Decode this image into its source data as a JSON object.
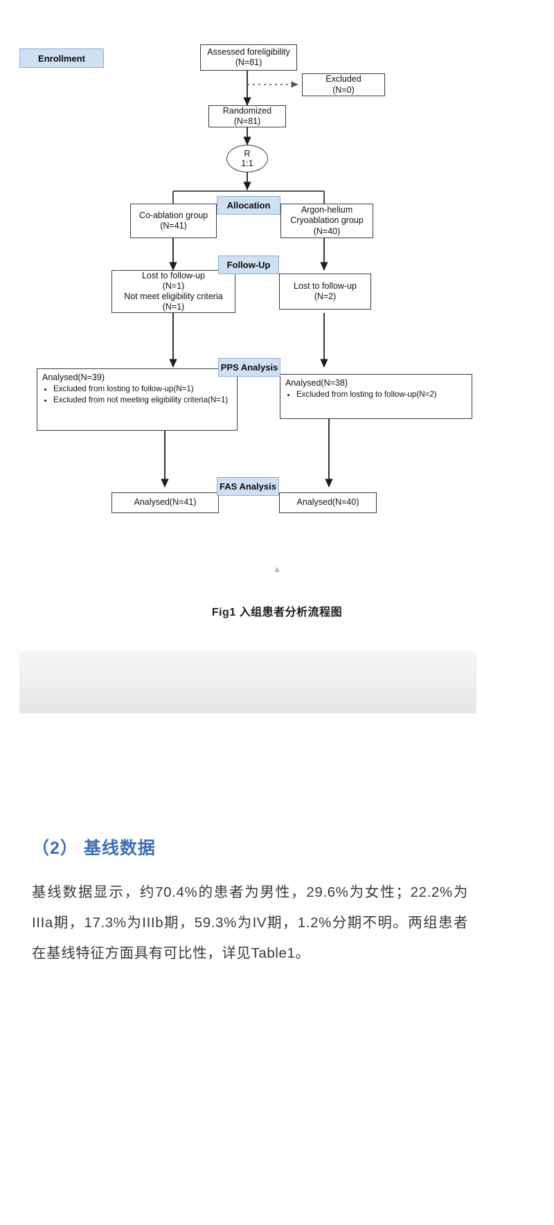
{
  "figure": {
    "caption": "Fig1 入组患者分析流程图",
    "stages": {
      "enrollment": "Enrollment",
      "allocation": "Allocation",
      "followup": "Follow-Up",
      "pps": "PPS Analysis",
      "fas": "FAS Analysis"
    },
    "nodes": {
      "assessed": {
        "line1": "Assessed foreligibility",
        "line2": "(N=81)"
      },
      "excluded": {
        "line1": "Excluded",
        "line2": "(N=0)"
      },
      "randomized": {
        "line1": "Randomized",
        "line2": "(N=81)"
      },
      "ratio": {
        "line1": "R",
        "line2": "1:1"
      },
      "group_left": {
        "line1": "Co-ablation group",
        "line2": "(N=41)"
      },
      "group_right": {
        "line1": "Argon-helium",
        "line2": "Cryoablation group",
        "line3": "(N=40)"
      },
      "lost_left": {
        "line1": "Lost to follow-up",
        "line2": "(N=1)",
        "line3": "Not meet eligibility criteria",
        "line4": "(N=1)"
      },
      "lost_right": {
        "line1": "Lost to follow-up",
        "line2": "(N=2)"
      },
      "pps_left": {
        "title": "Analysed(N=39)",
        "bullets": [
          "Excluded from losting to follow-up(N=1)",
          "Excluded from not meeting eligibility criteria(N=1)"
        ]
      },
      "pps_right": {
        "title": "Analysed(N=38)",
        "bullets": [
          "Excluded from losting to follow-up(N=2)"
        ]
      },
      "fas_left": {
        "line1": "Analysed(N=41)"
      },
      "fas_right": {
        "line1": "Analysed(N=40)"
      }
    }
  },
  "scroll": {
    "arrow_glyph": "▲"
  },
  "section": {
    "heading": "（2） 基线数据",
    "paragraph": "基线数据显示，约70.4%的患者为男性，29.6%为女性；22.2%为IIIa期，17.3%为IIIb期，59.3%为IV期，1.2%分期不明。两组患者在基线特征方面具有可比性，详见Table1。"
  },
  "colors": {
    "stage_fill": "#cfe0f3",
    "stage_border": "#8aaed6",
    "node_border": "#3a3a3a",
    "heading": "#3d6fb5"
  }
}
